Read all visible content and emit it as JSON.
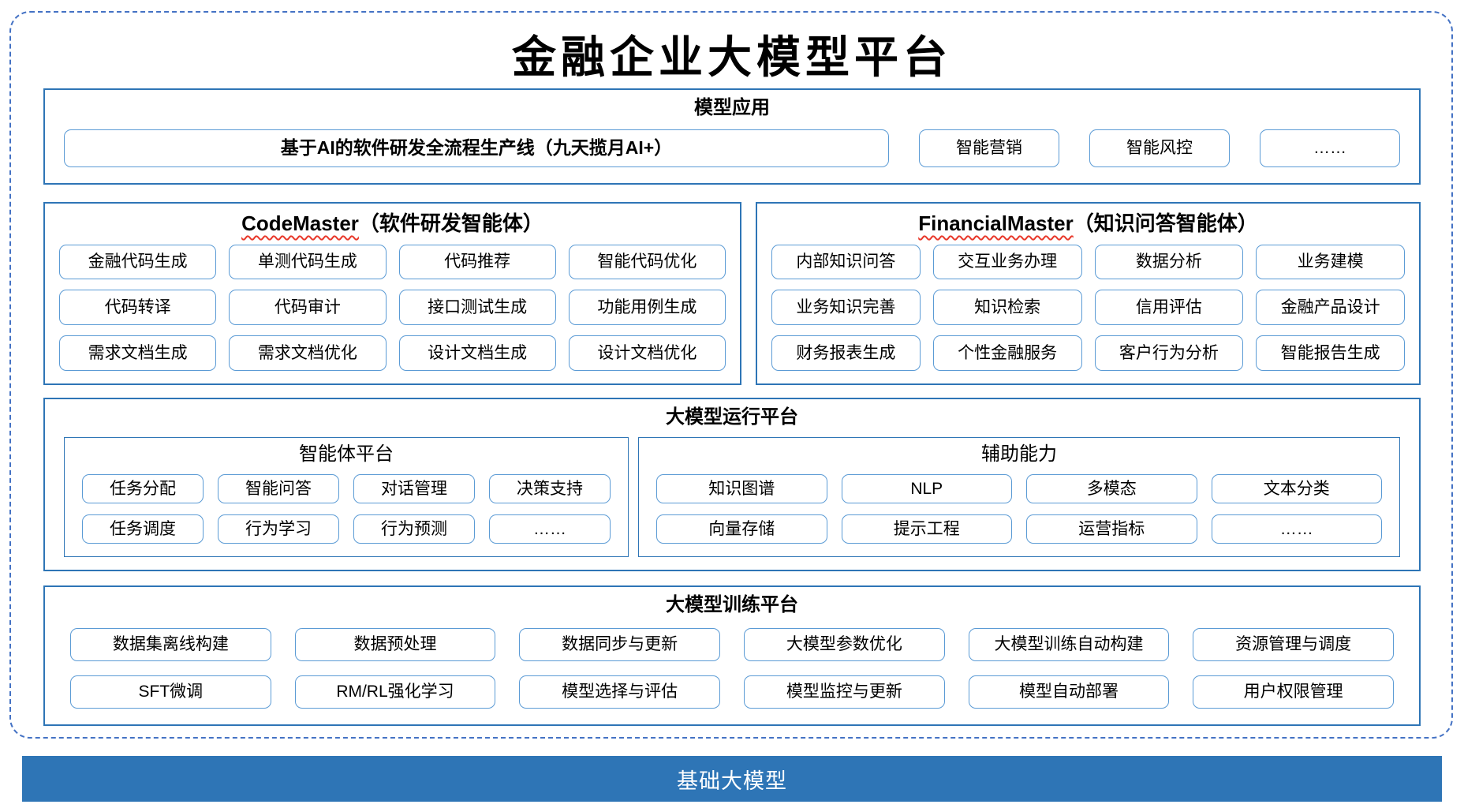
{
  "title": "金融企业大模型平台",
  "colors": {
    "section_border": "#2E75B6",
    "item_border": "#5B9BD5",
    "dashed_frame": "#4472C4",
    "footer_bg": "#2E75B6",
    "footer_text": "#FFFFFF",
    "spellcheck_underline": "#E8392B"
  },
  "model_app": {
    "header": "模型应用",
    "main_item": "基于AI的软件研发全流程生产线（九天揽月AI+）",
    "items": [
      "智能营销",
      "智能风控",
      "……"
    ]
  },
  "agents": [
    {
      "name_en": "CodeMaster",
      "name_zh": "（软件研发智能体）",
      "items": [
        "金融代码生成",
        "单测代码生成",
        "代码推荐",
        "智能代码优化",
        "代码转译",
        "代码审计",
        "接口测试生成",
        "功能用例生成",
        "需求文档生成",
        "需求文档优化",
        "设计文档生成",
        "设计文档优化"
      ]
    },
    {
      "name_en": "FinancialMaster",
      "name_zh": "（知识问答智能体）",
      "items": [
        "内部知识问答",
        "交互业务办理",
        "数据分析",
        "业务建模",
        "业务知识完善",
        "知识检索",
        "信用评估",
        "金融产品设计",
        "财务报表生成",
        "个性金融服务",
        "客户行为分析",
        "智能报告生成"
      ]
    }
  ],
  "runtime_platform": {
    "header": "大模型运行平台",
    "groups": [
      {
        "header": "智能体平台",
        "items": [
          "任务分配",
          "智能问答",
          "对话管理",
          "决策支持",
          "任务调度",
          "行为学习",
          "行为预测",
          "……"
        ]
      },
      {
        "header": "辅助能力",
        "items": [
          "知识图谱",
          "NLP",
          "多模态",
          "文本分类",
          "向量存储",
          "提示工程",
          "运营指标",
          "……"
        ]
      }
    ]
  },
  "training_platform": {
    "header": "大模型训练平台",
    "items": [
      "数据集离线构建",
      "数据预处理",
      "数据同步与更新",
      "大模型参数优化",
      "大模型训练自动构建",
      "资源管理与调度",
      "SFT微调",
      "RM/RL强化学习",
      "模型选择与评估",
      "模型监控与更新",
      "模型自动部署",
      "用户权限管理"
    ]
  },
  "footer": {
    "label": "基础大模型"
  }
}
